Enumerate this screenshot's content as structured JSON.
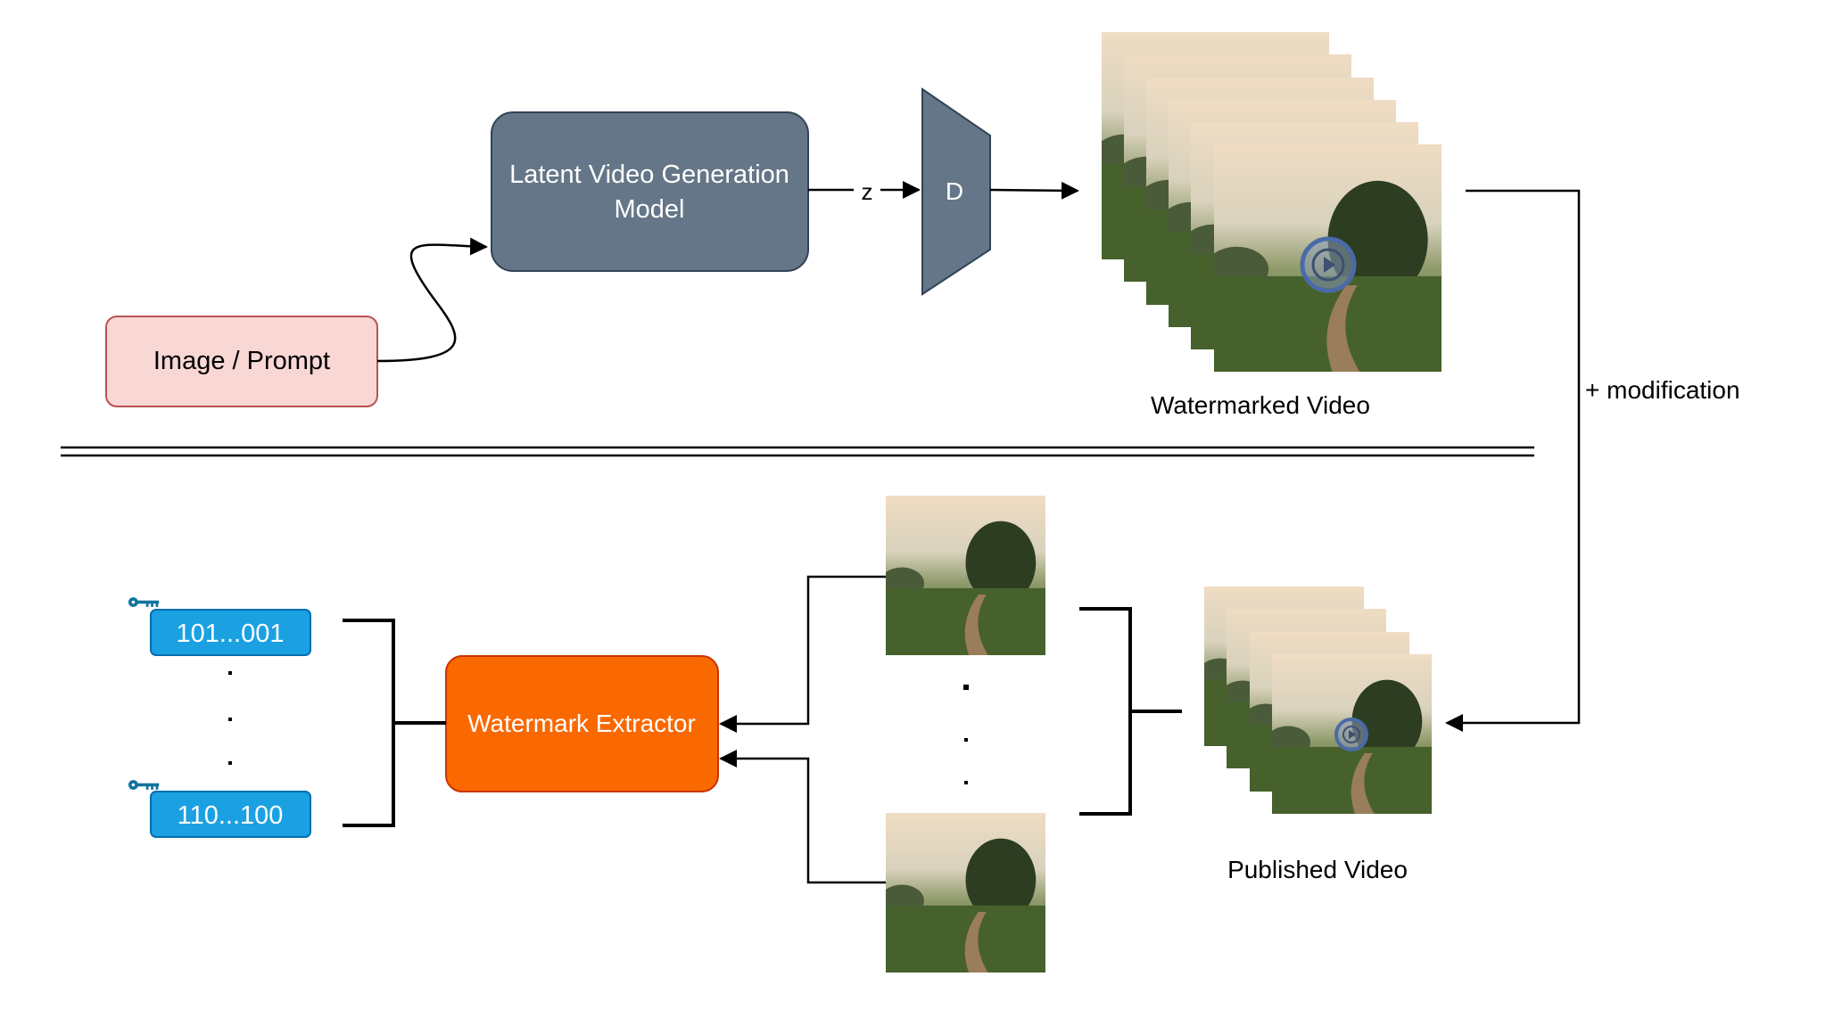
{
  "generation": {
    "input_label": "Image / Prompt",
    "model_label_line1": "Latent Video Generation",
    "model_label_line2": "Model",
    "latent_label": "z",
    "decoder_label": "D",
    "output_caption": "Watermarked Video"
  },
  "transmission": {
    "modification_label": "+ modification"
  },
  "extraction": {
    "published_caption": "Published Video",
    "extractor_label": "Watermark Extractor",
    "bitstring_top": "101...001",
    "bitstring_bottom": "110...100"
  },
  "colors": {
    "input_fill": "#f8d7d5",
    "input_stroke": "#b85450",
    "model_fill": "#647687",
    "extractor_fill": "#fa6800",
    "bitstring_fill": "#1ba1e2",
    "key_color": "#10739e"
  }
}
